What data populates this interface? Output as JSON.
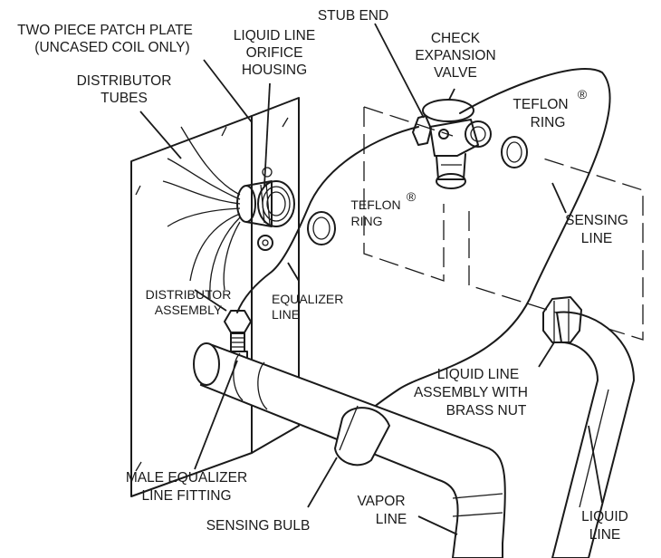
{
  "diagram": {
    "labels": {
      "patch_plate": [
        "TWO PIECE PATCH PLATE",
        "(UNCASED COIL ONLY)"
      ],
      "stub_end": "STUB END",
      "liquid_line_orifice": [
        "LIQUID LINE",
        "ORIFICE",
        "HOUSING"
      ],
      "check_valve": [
        "CHECK",
        "EXPANSION",
        "VALVE"
      ],
      "distributor_tubes": [
        "DISTRIBUTOR",
        "TUBES"
      ],
      "teflon_ring_right": [
        "TEFLON",
        "RING"
      ],
      "teflon_ring_left": [
        "TEFLON",
        "RING"
      ],
      "registered": "®",
      "sensing_line": [
        "SENSING",
        "LINE"
      ],
      "distributor_assembly": [
        "DISTRIBUTOR",
        "ASSEMBLY"
      ],
      "equalizer_line": [
        "EQUALIZER",
        "LINE"
      ],
      "liquid_line_assembly": [
        "LIQUID LINE",
        "ASSEMBLY WITH",
        "BRASS NUT"
      ],
      "male_equalizer": [
        "MALE EQUALIZER",
        "LINE FITTING"
      ],
      "sensing_bulb": "SENSING BULB",
      "vapor_line": [
        "VAPOR",
        "LINE"
      ],
      "liquid_line": [
        "LIQUID",
        "LINE"
      ]
    }
  }
}
